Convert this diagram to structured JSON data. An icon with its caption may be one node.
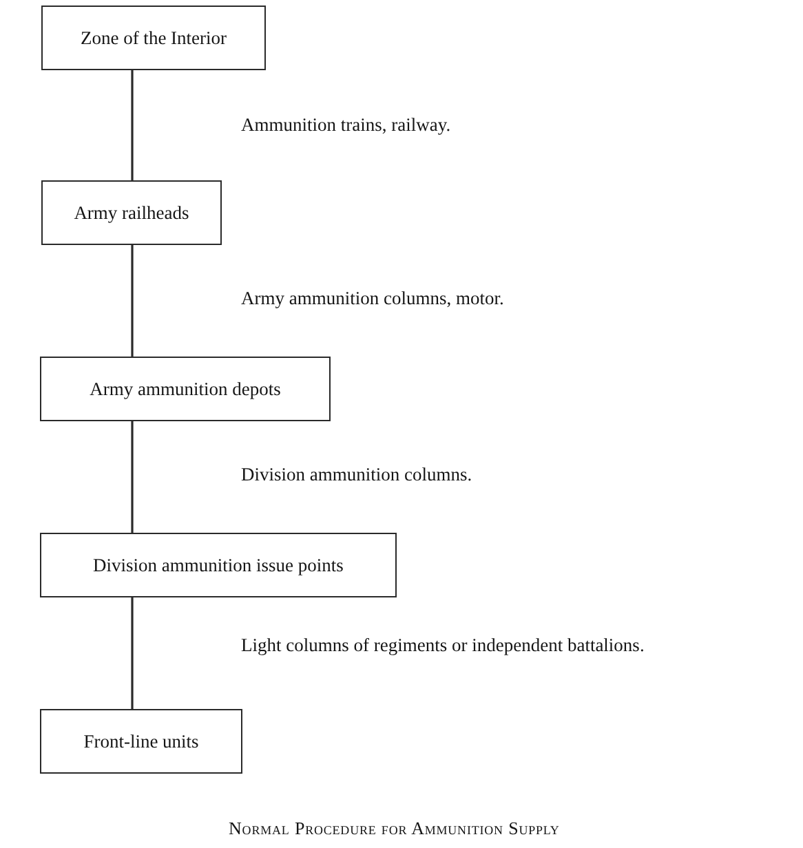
{
  "diagram": {
    "caption": "Normal Procedure for Ammunition Supply",
    "nodes": [
      {
        "text": [
          "Zone of the Interior"
        ]
      },
      {
        "text": [
          "Army railheads"
        ]
      },
      {
        "text": [
          "Army ammunition depots"
        ]
      },
      {
        "text": [
          "Division ammunition issue points"
        ]
      },
      {
        "text": [
          "Front-line units"
        ]
      }
    ],
    "edges": [
      {
        "from": 0,
        "to": 1,
        "arrow": "none"
      },
      {
        "from": 1,
        "to": 2,
        "arrow": "none"
      },
      {
        "from": 2,
        "to": 3,
        "arrow": "none"
      },
      {
        "from": 3,
        "to": 4,
        "arrow": "none"
      }
    ],
    "labels": [
      "Ammunition trains, railway.",
      "Army ammunition columns, motor.",
      "Division ammunition columns.",
      "Light columns of regiments or independent battalions."
    ]
  }
}
